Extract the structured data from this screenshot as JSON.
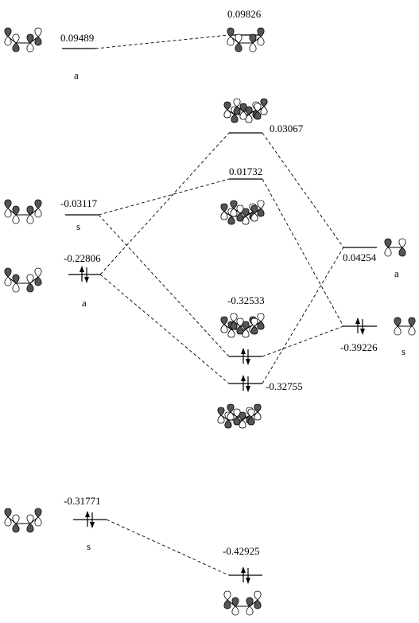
{
  "colors": {
    "ink": "#000000",
    "shaded_lobe": "#555555",
    "open_lobe": "#ffffff",
    "background": "#ffffff"
  },
  "levels": {
    "l_094": {
      "energy": "0.09489",
      "symmetry": "a"
    },
    "l_098": {
      "energy": "0.09826"
    },
    "l_030": {
      "energy": "0.03067"
    },
    "l_017": {
      "energy": "0.01732"
    },
    "l_031": {
      "energy": "-0.03117",
      "symmetry": "s"
    },
    "l_228": {
      "energy": "-0.22806",
      "symmetry": "a"
    },
    "r_042": {
      "energy": "0.04254",
      "symmetry": "a"
    },
    "r_392": {
      "energy": "-0.39226",
      "symmetry": "s"
    },
    "c_325": {
      "energy": "-0.32533"
    },
    "c_327": {
      "energy": "-0.32755"
    },
    "l_317": {
      "energy": "-0.31771",
      "symmetry": "s"
    },
    "c_429": {
      "energy": "-0.42925"
    }
  },
  "icons": {
    "butadiene_a": "butadiene-orbital-icon",
    "ethylene": "ethylene-orbital-icon",
    "complex": "complex-orbital-icon"
  }
}
